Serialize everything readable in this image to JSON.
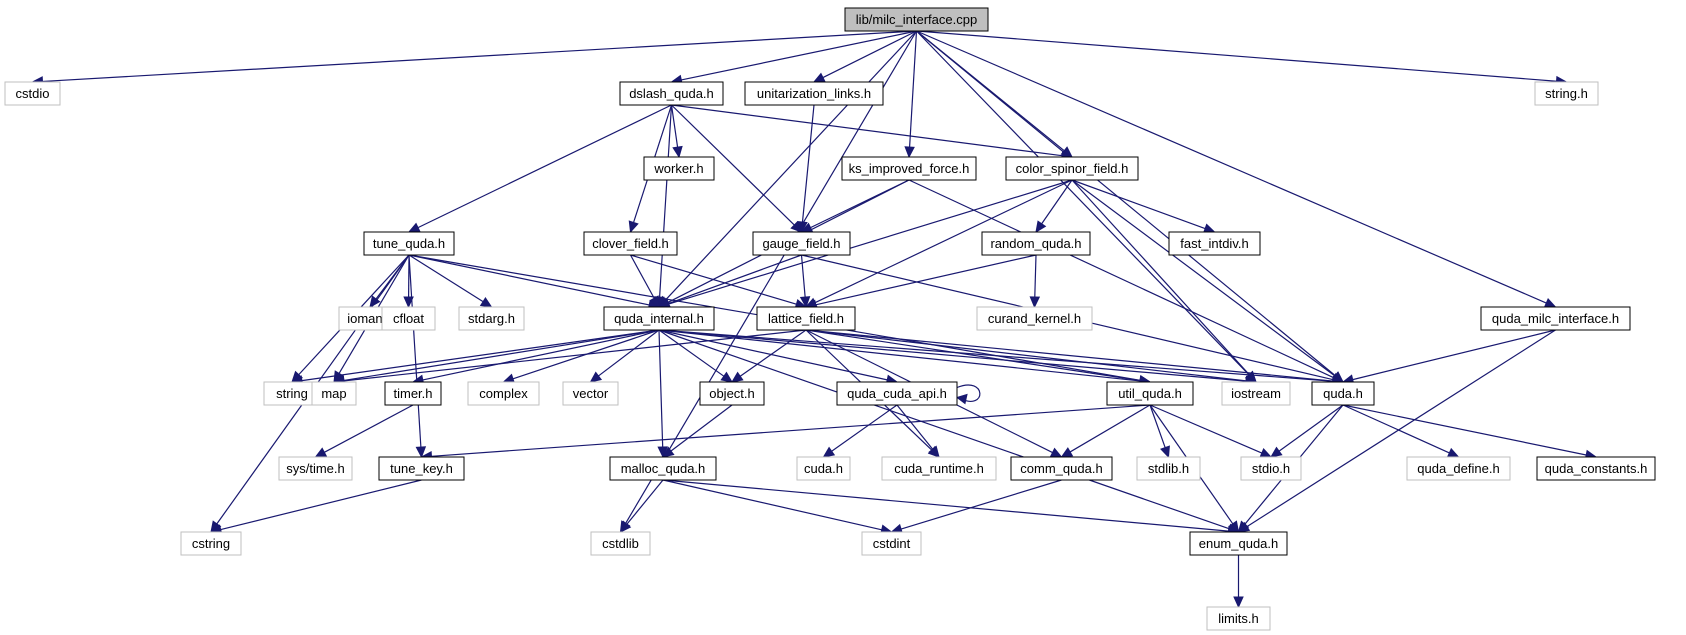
{
  "diagram": {
    "colors": {
      "edge": "#191970",
      "root_fill": "#bfbfbf",
      "internal_border": "#000000",
      "system_border": "#bfbfbf"
    },
    "nodes": [
      {
        "id": "milc_interface_cpp",
        "label": "lib/milc_interface.cpp",
        "kind": "root"
      },
      {
        "id": "cstdio",
        "label": "cstdio",
        "kind": "system"
      },
      {
        "id": "dslash_quda_h",
        "label": "dslash_quda.h",
        "kind": "internal"
      },
      {
        "id": "unitarization_links_h",
        "label": "unitarization_links.h",
        "kind": "internal"
      },
      {
        "id": "string_h",
        "label": "string.h",
        "kind": "system"
      },
      {
        "id": "worker_h",
        "label": "worker.h",
        "kind": "internal"
      },
      {
        "id": "ks_improved_force_h",
        "label": "ks_improved_force.h",
        "kind": "internal"
      },
      {
        "id": "color_spinor_field_h",
        "label": "color_spinor_field.h",
        "kind": "internal"
      },
      {
        "id": "tune_quda_h",
        "label": "tune_quda.h",
        "kind": "internal"
      },
      {
        "id": "clover_field_h",
        "label": "clover_field.h",
        "kind": "internal"
      },
      {
        "id": "gauge_field_h",
        "label": "gauge_field.h",
        "kind": "internal"
      },
      {
        "id": "random_quda_h",
        "label": "random_quda.h",
        "kind": "internal"
      },
      {
        "id": "fast_intdiv_h",
        "label": "fast_intdiv.h",
        "kind": "internal"
      },
      {
        "id": "iomanip",
        "label": "iomanip",
        "kind": "system"
      },
      {
        "id": "cfloat",
        "label": "cfloat",
        "kind": "system"
      },
      {
        "id": "stdarg_h",
        "label": "stdarg.h",
        "kind": "system"
      },
      {
        "id": "quda_internal_h",
        "label": "quda_internal.h",
        "kind": "internal"
      },
      {
        "id": "lattice_field_h",
        "label": "lattice_field.h",
        "kind": "internal"
      },
      {
        "id": "curand_kernel_h",
        "label": "curand_kernel.h",
        "kind": "system"
      },
      {
        "id": "quda_milc_interface_h",
        "label": "quda_milc_interface.h",
        "kind": "internal"
      },
      {
        "id": "string",
        "label": "string",
        "kind": "system"
      },
      {
        "id": "map",
        "label": "map",
        "kind": "system"
      },
      {
        "id": "timer_h",
        "label": "timer.h",
        "kind": "internal"
      },
      {
        "id": "complex",
        "label": "complex",
        "kind": "system"
      },
      {
        "id": "vector",
        "label": "vector",
        "kind": "system"
      },
      {
        "id": "object_h",
        "label": "object.h",
        "kind": "internal"
      },
      {
        "id": "quda_cuda_api_h",
        "label": "quda_cuda_api.h",
        "kind": "internal"
      },
      {
        "id": "util_quda_h",
        "label": "util_quda.h",
        "kind": "internal"
      },
      {
        "id": "iostream",
        "label": "iostream",
        "kind": "system"
      },
      {
        "id": "quda_h",
        "label": "quda.h",
        "kind": "internal"
      },
      {
        "id": "sys_time_h",
        "label": "sys/time.h",
        "kind": "system"
      },
      {
        "id": "tune_key_h",
        "label": "tune_key.h",
        "kind": "internal"
      },
      {
        "id": "malloc_quda_h",
        "label": "malloc_quda.h",
        "kind": "internal"
      },
      {
        "id": "cuda_h",
        "label": "cuda.h",
        "kind": "system"
      },
      {
        "id": "cuda_runtime_h",
        "label": "cuda_runtime.h",
        "kind": "system"
      },
      {
        "id": "comm_quda_h",
        "label": "comm_quda.h",
        "kind": "internal"
      },
      {
        "id": "stdlib_h",
        "label": "stdlib.h",
        "kind": "system"
      },
      {
        "id": "stdio_h",
        "label": "stdio.h",
        "kind": "system"
      },
      {
        "id": "quda_define_h",
        "label": "quda_define.h",
        "kind": "system"
      },
      {
        "id": "quda_constants_h",
        "label": "quda_constants.h",
        "kind": "internal"
      },
      {
        "id": "cstring",
        "label": "cstring",
        "kind": "system"
      },
      {
        "id": "cstdlib",
        "label": "cstdlib",
        "kind": "system"
      },
      {
        "id": "cstdint",
        "label": "cstdint",
        "kind": "system"
      },
      {
        "id": "enum_quda_h",
        "label": "enum_quda.h",
        "kind": "internal"
      },
      {
        "id": "limits_h",
        "label": "limits.h",
        "kind": "system"
      }
    ],
    "edges": [
      [
        "milc_interface_cpp",
        "cstdio"
      ],
      [
        "milc_interface_cpp",
        "cstdlib"
      ],
      [
        "milc_interface_cpp",
        "quda_internal_h"
      ],
      [
        "milc_interface_cpp",
        "dslash_quda_h"
      ],
      [
        "milc_interface_cpp",
        "unitarization_links_h"
      ],
      [
        "milc_interface_cpp",
        "ks_improved_force_h"
      ],
      [
        "milc_interface_cpp",
        "color_spinor_field_h"
      ],
      [
        "milc_interface_cpp",
        "iostream"
      ],
      [
        "milc_interface_cpp",
        "quda_h"
      ],
      [
        "milc_interface_cpp",
        "quda_milc_interface_h"
      ],
      [
        "milc_interface_cpp",
        "string_h"
      ],
      [
        "dslash_quda_h",
        "tune_quda_h"
      ],
      [
        "dslash_quda_h",
        "quda_internal_h"
      ],
      [
        "dslash_quda_h",
        "clover_field_h"
      ],
      [
        "dslash_quda_h",
        "worker_h"
      ],
      [
        "dslash_quda_h",
        "gauge_field_h"
      ],
      [
        "dslash_quda_h",
        "color_spinor_field_h"
      ],
      [
        "unitarization_links_h",
        "gauge_field_h"
      ],
      [
        "ks_improved_force_h",
        "quda_internal_h"
      ],
      [
        "ks_improved_force_h",
        "gauge_field_h"
      ],
      [
        "ks_improved_force_h",
        "quda_h"
      ],
      [
        "color_spinor_field_h",
        "quda_internal_h"
      ],
      [
        "color_spinor_field_h",
        "lattice_field_h"
      ],
      [
        "color_spinor_field_h",
        "random_quda_h"
      ],
      [
        "color_spinor_field_h",
        "fast_intdiv_h"
      ],
      [
        "color_spinor_field_h",
        "iostream"
      ],
      [
        "color_spinor_field_h",
        "quda_h"
      ],
      [
        "tune_quda_h",
        "cstring"
      ],
      [
        "tune_quda_h",
        "tune_key_h"
      ],
      [
        "tune_quda_h",
        "string"
      ],
      [
        "tune_quda_h",
        "iomanip"
      ],
      [
        "tune_quda_h",
        "cfloat"
      ],
      [
        "tune_quda_h",
        "stdarg_h"
      ],
      [
        "tune_quda_h",
        "map"
      ],
      [
        "tune_quda_h",
        "quda_internal_h"
      ],
      [
        "tune_quda_h",
        "util_quda_h"
      ],
      [
        "clover_field_h",
        "quda_internal_h"
      ],
      [
        "clover_field_h",
        "lattice_field_h"
      ],
      [
        "gauge_field_h",
        "quda_internal_h"
      ],
      [
        "gauge_field_h",
        "lattice_field_h"
      ],
      [
        "gauge_field_h",
        "quda_h"
      ],
      [
        "random_quda_h",
        "curand_kernel_h"
      ],
      [
        "random_quda_h",
        "lattice_field_h"
      ],
      [
        "quda_internal_h",
        "string"
      ],
      [
        "quda_internal_h",
        "map"
      ],
      [
        "quda_internal_h",
        "timer_h"
      ],
      [
        "quda_internal_h",
        "complex"
      ],
      [
        "quda_internal_h",
        "vector"
      ],
      [
        "quda_internal_h",
        "object_h"
      ],
      [
        "quda_internal_h",
        "malloc_quda_h"
      ],
      [
        "quda_internal_h",
        "quda_cuda_api_h"
      ],
      [
        "quda_internal_h",
        "util_quda_h"
      ],
      [
        "quda_internal_h",
        "iostream"
      ],
      [
        "quda_internal_h",
        "quda_h"
      ],
      [
        "quda_internal_h",
        "enum_quda_h"
      ],
      [
        "lattice_field_h",
        "map"
      ],
      [
        "lattice_field_h",
        "object_h"
      ],
      [
        "lattice_field_h",
        "util_quda_h"
      ],
      [
        "lattice_field_h",
        "iostream"
      ],
      [
        "lattice_field_h",
        "quda_h"
      ],
      [
        "lattice_field_h",
        "cuda_runtime_h"
      ],
      [
        "lattice_field_h",
        "comm_quda_h"
      ],
      [
        "quda_milc_interface_h",
        "quda_h"
      ],
      [
        "quda_milc_interface_h",
        "enum_quda_h"
      ],
      [
        "timer_h",
        "sys_time_h"
      ],
      [
        "object_h",
        "malloc_quda_h"
      ],
      [
        "quda_cuda_api_h",
        "quda_cuda_api_h"
      ],
      [
        "quda_cuda_api_h",
        "cuda_h"
      ],
      [
        "quda_cuda_api_h",
        "cuda_runtime_h"
      ],
      [
        "util_quda_h",
        "tune_key_h"
      ],
      [
        "util_quda_h",
        "comm_quda_h"
      ],
      [
        "util_quda_h",
        "stdlib_h"
      ],
      [
        "util_quda_h",
        "stdio_h"
      ],
      [
        "util_quda_h",
        "enum_quda_h"
      ],
      [
        "quda_h",
        "stdio_h"
      ],
      [
        "quda_h",
        "quda_define_h"
      ],
      [
        "quda_h",
        "quda_constants_h"
      ],
      [
        "quda_h",
        "enum_quda_h"
      ],
      [
        "tune_key_h",
        "cstring"
      ],
      [
        "malloc_quda_h",
        "cstdlib"
      ],
      [
        "malloc_quda_h",
        "cstdint"
      ],
      [
        "malloc_quda_h",
        "enum_quda_h"
      ],
      [
        "comm_quda_h",
        "cstdint"
      ],
      [
        "enum_quda_h",
        "limits_h"
      ]
    ]
  }
}
